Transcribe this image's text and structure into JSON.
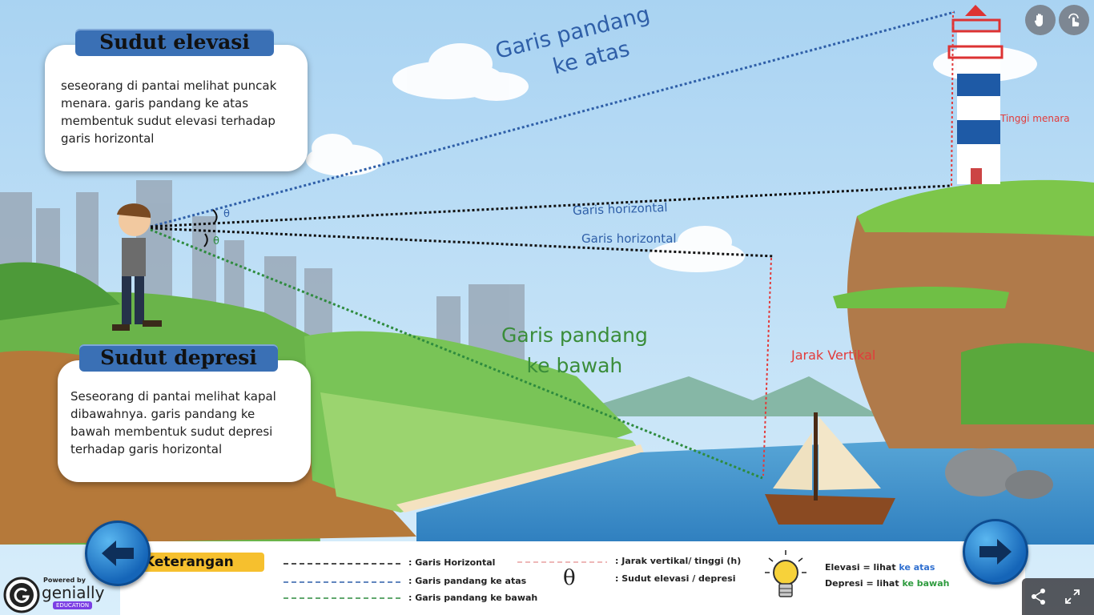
{
  "elevasi": {
    "title": "Sudut elevasi",
    "text": "seseorang di pantai melihat puncak menara. garis pandang ke atas membentuk sudut elevasi terhadap garis horizontal"
  },
  "depresi": {
    "title": "Sudut depresi",
    "text": "Seseorang di pantai melihat kapal dibawahnya. garis pandang ke bawah membentuk sudut depresi terhadap garis horizontal"
  },
  "scene": {
    "up_line_1": "Garis pandang",
    "up_line_2": "ke atas",
    "down_line_1": "Garis pandang",
    "down_line_2": "ke bawah",
    "horizontal_1": "Garis horizontal",
    "horizontal_2": "Garis horizontal",
    "tower_height": "Tinggi menara",
    "vertical_distance": "Jarak Vertikal",
    "theta_top": "θ",
    "theta_bottom": "θ"
  },
  "legend": {
    "title": "Keterangan",
    "horizontal": ": Garis Horizontal",
    "up": ": Garis pandang ke atas",
    "down": ": Garis pandang ke bawah",
    "vertical": ": Jarak vertikal/ tinggi (h)",
    "theta_symbol": "θ",
    "angle": ": Sudut elevasi / depresi",
    "elevasi_prefix": "Elevasi = lihat ",
    "elevasi_highlight": "ke atas",
    "depresi_prefix": "Depresi = lihat ",
    "depresi_highlight": "ke bawah"
  },
  "branding": {
    "powered_by": "Powered by",
    "name": "genially",
    "badge": "EDUCATION"
  },
  "colors": {
    "up_line": "#2f5fa8",
    "down_line": "#2e8b3e",
    "horizontal_line": "#111111",
    "vertical_line": "#e23b3b",
    "highlight_up": "#2f6fd0",
    "highlight_down": "#2e9b3e"
  },
  "icons": [
    "hand-icon",
    "touch-icon",
    "arrow-left-icon",
    "arrow-right-icon",
    "lightbulb-icon",
    "share-icon",
    "fullscreen-icon"
  ]
}
